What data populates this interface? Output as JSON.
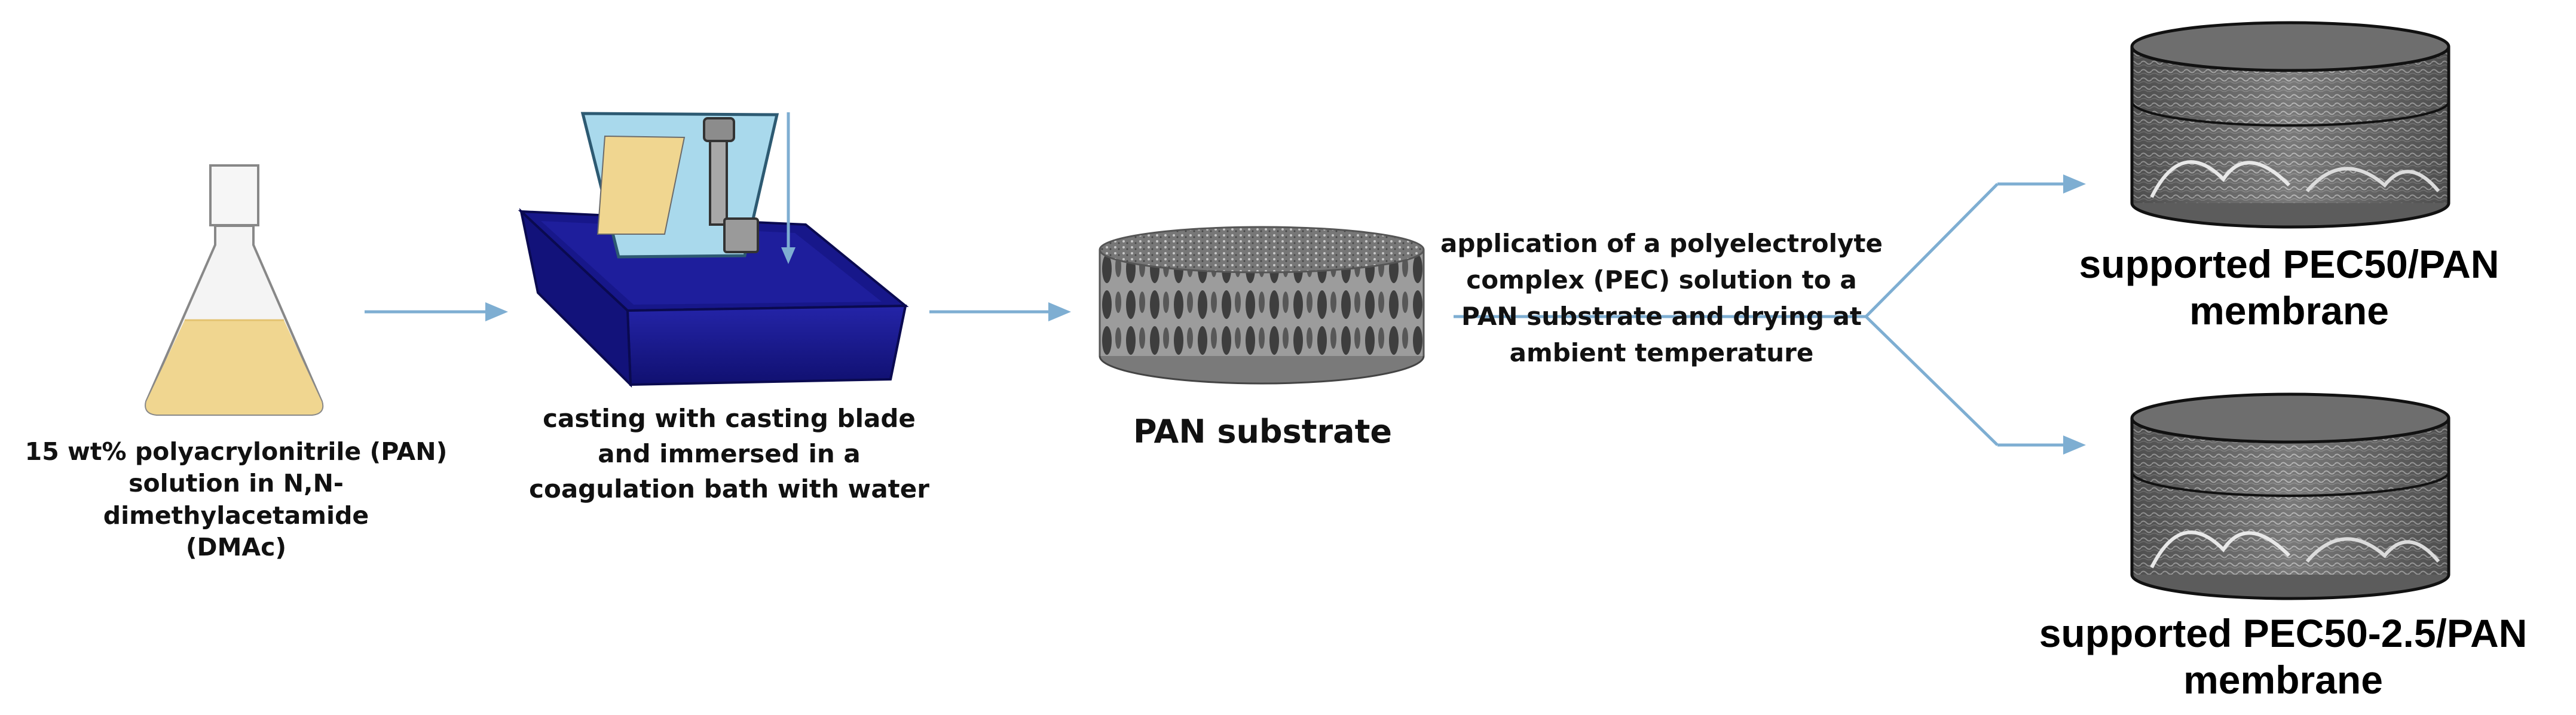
{
  "colors": {
    "arrow": "#7eaed2",
    "flask_liquid": "#f0d690",
    "bath": "#1c1c8c",
    "plate": "#a9d9ec",
    "film": "#f0d690"
  },
  "steps": {
    "solution": {
      "line1": "15 wt% polyacrylonitrile (PAN)",
      "line2": "solution in N,N-dimethylacetamide",
      "line3": "(DMAc)"
    },
    "casting": {
      "line1": "casting with casting blade",
      "line2": "and immersed in a",
      "line3": "coagulation bath with water"
    },
    "substrate": {
      "label": "PAN substrate"
    },
    "application": {
      "line1": "application of a polyelectrolyte",
      "line2": "complex (PEC) solution to a",
      "line3": "PAN substrate and drying at",
      "line4": "ambient temperature"
    },
    "membrane_top": {
      "line1": "supported PEC50/PAN",
      "line2": "membrane"
    },
    "membrane_bottom": {
      "line1": "supported PEC50-2.5/PAN",
      "line2": "membrane"
    }
  },
  "icons": {
    "flask": "erlenmeyer-flask-icon",
    "bath": "casting-bath-icon",
    "substrate": "porous-disc-icon",
    "membrane": "membrane-cylinder-icon"
  }
}
